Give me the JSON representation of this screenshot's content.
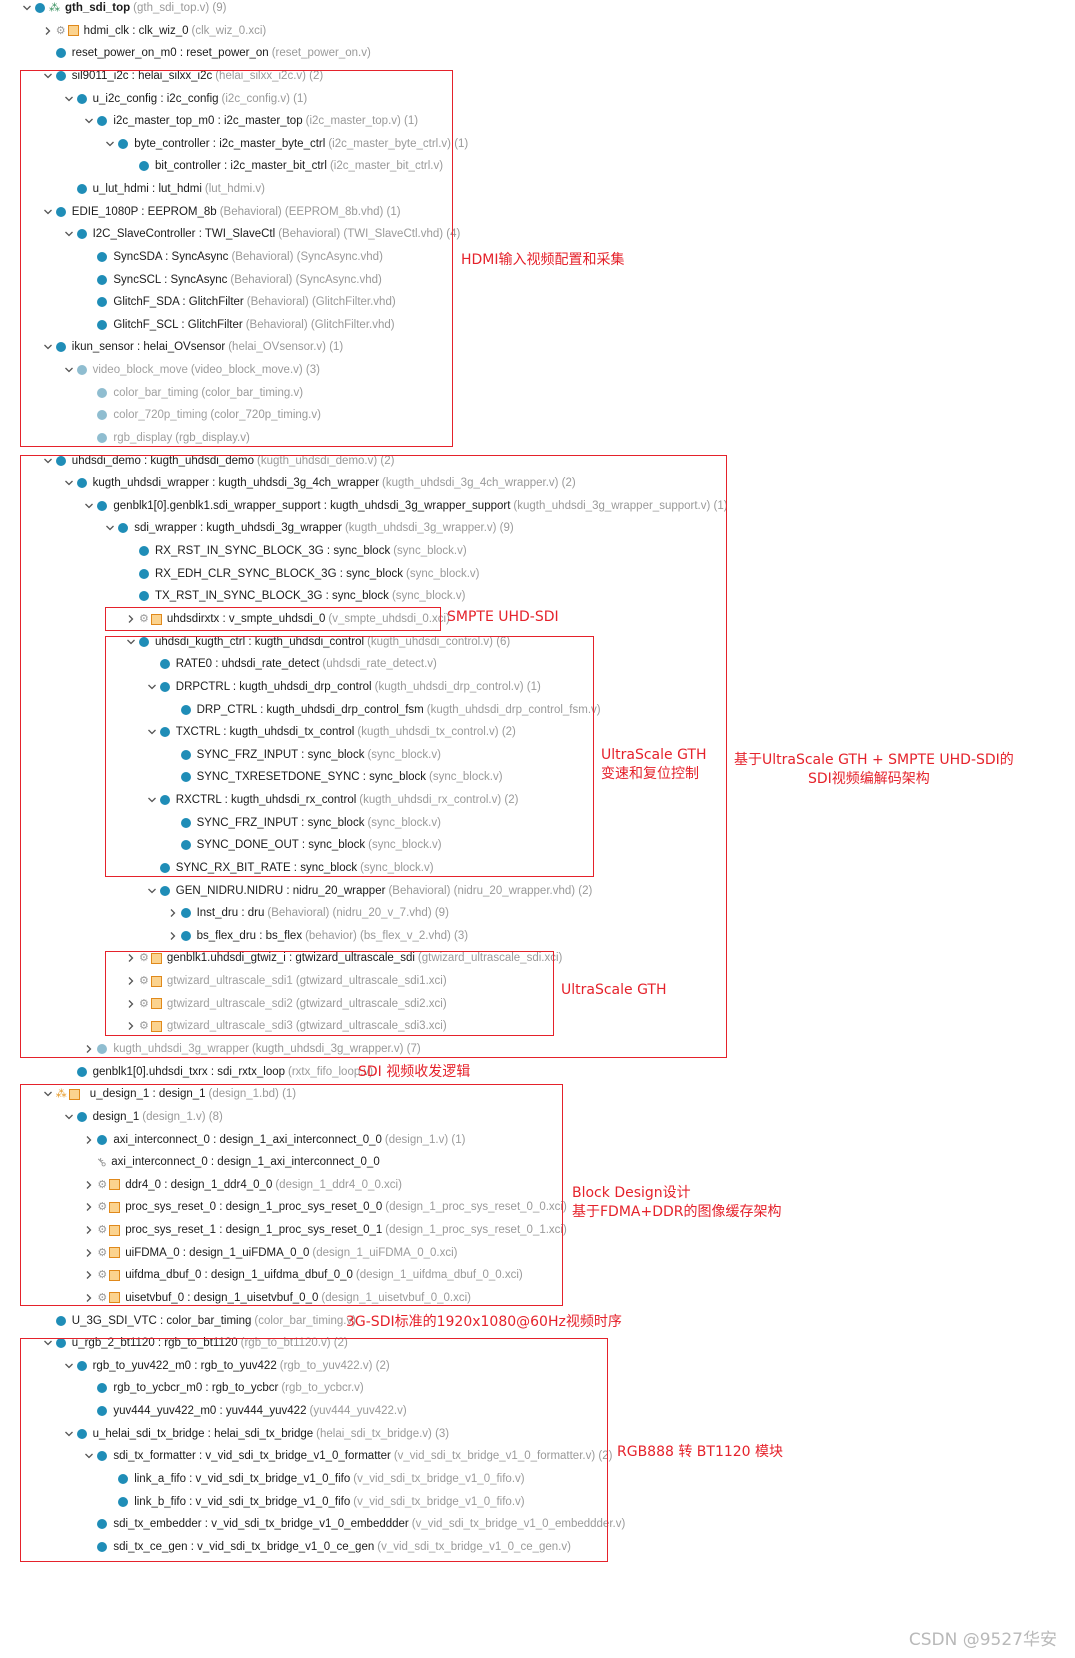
{
  "rows": [
    {
      "i": 0,
      "chev": "down",
      "icon": "hier",
      "label": "gth_sdi_top",
      "src": "(gth_sdi_top.v) (9)",
      "dim": false
    },
    {
      "i": 1,
      "chev": "right",
      "icon": "ip",
      "label": "hdmi_clk : clk_wiz_0",
      "src": "(clk_wiz_0.xci)",
      "dim": false
    },
    {
      "i": 1,
      "chev": "",
      "icon": "dot",
      "label": "reset_power_on_m0 : reset_power_on",
      "src": "(reset_power_on.v)",
      "dim": false
    },
    {
      "i": 1,
      "chev": "down",
      "icon": "dot",
      "label": "sil9011_i2c : helai_silxx_i2c",
      "src": "(helai_silxx_i2c.v) (2)",
      "dim": false
    },
    {
      "i": 2,
      "chev": "down",
      "icon": "dot",
      "label": "u_i2c_config : i2c_config",
      "src": "(i2c_config.v) (1)",
      "dim": false
    },
    {
      "i": 3,
      "chev": "down",
      "icon": "dot",
      "label": "i2c_master_top_m0 : i2c_master_top",
      "src": "(i2c_master_top.v) (1)",
      "dim": false
    },
    {
      "i": 4,
      "chev": "down",
      "icon": "dot",
      "label": "byte_controller : i2c_master_byte_ctrl",
      "src": "(i2c_master_byte_ctrl.v) (1)",
      "dim": false
    },
    {
      "i": 5,
      "chev": "",
      "icon": "dot",
      "label": "bit_controller : i2c_master_bit_ctrl",
      "src": "(i2c_master_bit_ctrl.v)",
      "dim": false
    },
    {
      "i": 2,
      "chev": "",
      "icon": "dot",
      "label": "u_lut_hdmi : lut_hdmi",
      "src": "(lut_hdmi.v)",
      "dim": false
    },
    {
      "i": 1,
      "chev": "down",
      "icon": "dot",
      "label": "EDIE_1080P : EEPROM_8b",
      "src": "(Behavioral) (EEPROM_8b.vhd) (1)",
      "dim": false
    },
    {
      "i": 2,
      "chev": "down",
      "icon": "dot",
      "label": "I2C_SlaveController : TWI_SlaveCtl",
      "src": "(Behavioral) (TWI_SlaveCtl.vhd) (4)",
      "dim": false
    },
    {
      "i": 3,
      "chev": "",
      "icon": "dot",
      "label": "SyncSDA : SyncAsync",
      "src": "(Behavioral) (SyncAsync.vhd)",
      "dim": false
    },
    {
      "i": 3,
      "chev": "",
      "icon": "dot",
      "label": "SyncSCL : SyncAsync",
      "src": "(Behavioral) (SyncAsync.vhd)",
      "dim": false
    },
    {
      "i": 3,
      "chev": "",
      "icon": "dot",
      "label": "GlitchF_SDA : GlitchFilter",
      "src": "(Behavioral) (GlitchFilter.vhd)",
      "dim": false
    },
    {
      "i": 3,
      "chev": "",
      "icon": "dot",
      "label": "GlitchF_SCL : GlitchFilter",
      "src": "(Behavioral) (GlitchFilter.vhd)",
      "dim": false
    },
    {
      "i": 1,
      "chev": "down",
      "icon": "dot",
      "label": "ikun_sensor : helai_OVsensor",
      "src": "(helai_OVsensor.v) (1)",
      "dim": false
    },
    {
      "i": 2,
      "chev": "down",
      "icon": "dot",
      "label": "video_block_move",
      "src": "(video_block_move.v) (3)",
      "dim": true
    },
    {
      "i": 3,
      "chev": "",
      "icon": "dot",
      "label": "color_bar_timing",
      "src": "(color_bar_timing.v)",
      "dim": true
    },
    {
      "i": 3,
      "chev": "",
      "icon": "dot",
      "label": "color_720p_timing",
      "src": "(color_720p_timing.v)",
      "dim": true
    },
    {
      "i": 3,
      "chev": "",
      "icon": "dot",
      "label": "rgb_display",
      "src": "(rgb_display.v)",
      "dim": true
    },
    {
      "i": 1,
      "chev": "down",
      "icon": "dot",
      "label": "uhdsdi_demo : kugth_uhdsdi_demo",
      "src": "(kugth_uhdsdi_demo.v) (2)",
      "dim": false
    },
    {
      "i": 2,
      "chev": "down",
      "icon": "dot",
      "label": "kugth_uhdsdi_wrapper : kugth_uhdsdi_3g_4ch_wrapper",
      "src": "(kugth_uhdsdi_3g_4ch_wrapper.v) (2)",
      "dim": false
    },
    {
      "i": 3,
      "chev": "down",
      "icon": "dot",
      "label": "genblk1[0].genblk1.sdi_wrapper_support : kugth_uhdsdi_3g_wrapper_support",
      "src": "(kugth_uhdsdi_3g_wrapper_support.v) (1)",
      "dim": false
    },
    {
      "i": 4,
      "chev": "down",
      "icon": "dot",
      "label": "sdi_wrapper : kugth_uhdsdi_3g_wrapper",
      "src": "(kugth_uhdsdi_3g_wrapper.v) (9)",
      "dim": false
    },
    {
      "i": 5,
      "chev": "",
      "icon": "dot",
      "label": "RX_RST_IN_SYNC_BLOCK_3G : sync_block",
      "src": "(sync_block.v)",
      "dim": false
    },
    {
      "i": 5,
      "chev": "",
      "icon": "dot",
      "label": "RX_EDH_CLR_SYNC_BLOCK_3G : sync_block",
      "src": "(sync_block.v)",
      "dim": false
    },
    {
      "i": 5,
      "chev": "",
      "icon": "dot",
      "label": "TX_RST_IN_SYNC_BLOCK_3G : sync_block",
      "src": "(sync_block.v)",
      "dim": false
    },
    {
      "i": 5,
      "chev": "right",
      "icon": "ip",
      "label": "uhdsdirxtx : v_smpte_uhdsdi_0",
      "src": "(v_smpte_uhdsdi_0.xci)",
      "dim": false
    },
    {
      "i": 5,
      "chev": "down",
      "icon": "dot",
      "label": "uhdsdi_kugth_ctrl : kugth_uhdsdi_control",
      "src": "(kugth_uhdsdi_control.v) (6)",
      "dim": false
    },
    {
      "i": 6,
      "chev": "",
      "icon": "dot",
      "label": "RATE0 : uhdsdi_rate_detect",
      "src": "(uhdsdi_rate_detect.v)",
      "dim": false
    },
    {
      "i": 6,
      "chev": "down",
      "icon": "dot",
      "label": "DRPCTRL : kugth_uhdsdi_drp_control",
      "src": "(kugth_uhdsdi_drp_control.v) (1)",
      "dim": false
    },
    {
      "i": 7,
      "chev": "",
      "icon": "dot",
      "label": "DRP_CTRL : kugth_uhdsdi_drp_control_fsm",
      "src": "(kugth_uhdsdi_drp_control_fsm.v)",
      "dim": false
    },
    {
      "i": 6,
      "chev": "down",
      "icon": "dot",
      "label": "TXCTRL : kugth_uhdsdi_tx_control",
      "src": "(kugth_uhdsdi_tx_control.v) (2)",
      "dim": false
    },
    {
      "i": 7,
      "chev": "",
      "icon": "dot",
      "label": "SYNC_FRZ_INPUT : sync_block",
      "src": "(sync_block.v)",
      "dim": false
    },
    {
      "i": 7,
      "chev": "",
      "icon": "dot",
      "label": "SYNC_TXRESETDONE_SYNC : sync_block",
      "src": "(sync_block.v)",
      "dim": false
    },
    {
      "i": 6,
      "chev": "down",
      "icon": "dot",
      "label": "RXCTRL : kugth_uhdsdi_rx_control",
      "src": "(kugth_uhdsdi_rx_control.v) (2)",
      "dim": false
    },
    {
      "i": 7,
      "chev": "",
      "icon": "dot",
      "label": "SYNC_FRZ_INPUT : sync_block",
      "src": "(sync_block.v)",
      "dim": false
    },
    {
      "i": 7,
      "chev": "",
      "icon": "dot",
      "label": "SYNC_DONE_OUT : sync_block",
      "src": "(sync_block.v)",
      "dim": false
    },
    {
      "i": 6,
      "chev": "",
      "icon": "dot",
      "label": "SYNC_RX_BIT_RATE : sync_block",
      "src": "(sync_block.v)",
      "dim": false
    },
    {
      "i": 6,
      "chev": "down",
      "icon": "dot",
      "label": "GEN_NIDRU.NIDRU : nidru_20_wrapper",
      "src": "(Behavioral) (nidru_20_wrapper.vhd) (2)",
      "dim": false
    },
    {
      "i": 7,
      "chev": "right",
      "icon": "dot",
      "label": "Inst_dru : dru",
      "src": "(Behavioral) (nidru_20_v_7.vhd) (9)",
      "dim": false
    },
    {
      "i": 7,
      "chev": "right",
      "icon": "dot",
      "label": "bs_flex_dru : bs_flex",
      "src": "(behavior) (bs_flex_v_2.vhd) (3)",
      "dim": false
    },
    {
      "i": 5,
      "chev": "right",
      "icon": "ip",
      "label": "genblk1.uhdsdi_gtwiz_i : gtwizard_ultrascale_sdi",
      "src": "(gtwizard_ultrascale_sdi.xci)",
      "dim": false
    },
    {
      "i": 5,
      "chev": "right",
      "icon": "ip",
      "label": "gtwizard_ultrascale_sdi1",
      "src": "(gtwizard_ultrascale_sdi1.xci)",
      "dim": true
    },
    {
      "i": 5,
      "chev": "right",
      "icon": "ip",
      "label": "gtwizard_ultrascale_sdi2",
      "src": "(gtwizard_ultrascale_sdi2.xci)",
      "dim": true
    },
    {
      "i": 5,
      "chev": "right",
      "icon": "ip",
      "label": "gtwizard_ultrascale_sdi3",
      "src": "(gtwizard_ultrascale_sdi3.xci)",
      "dim": true
    },
    {
      "i": 3,
      "chev": "right",
      "icon": "dot",
      "label": "kugth_uhdsdi_3g_wrapper",
      "src": "(kugth_uhdsdi_3g_wrapper.v) (7)",
      "dim": true
    },
    {
      "i": 2,
      "chev": "",
      "icon": "dot",
      "label": "genblk1[0].uhdsdi_txrx : sdi_rxtx_loop",
      "src": "(rxtx_fifo_loop.v)",
      "dim": false
    },
    {
      "i": 1,
      "chev": "down",
      "icon": "bd",
      "label": "u_design_1 : design_1",
      "src": "(design_1.bd) (1)",
      "dim": false
    },
    {
      "i": 2,
      "chev": "down",
      "icon": "dot",
      "label": "design_1",
      "src": "(design_1.v) (8)",
      "dim": false
    },
    {
      "i": 3,
      "chev": "right",
      "icon": "dot",
      "label": "axi_interconnect_0 : design_1_axi_interconnect_0_0",
      "src": "(design_1.v) (1)",
      "dim": false
    },
    {
      "i": 3,
      "chev": "",
      "icon": "key",
      "label": "axi_interconnect_0 : design_1_axi_interconnect_0_0",
      "src": "",
      "dim": false
    },
    {
      "i": 3,
      "chev": "right",
      "icon": "ip",
      "label": "ddr4_0 : design_1_ddr4_0_0",
      "src": "(design_1_ddr4_0_0.xci)",
      "dim": false
    },
    {
      "i": 3,
      "chev": "right",
      "icon": "ip",
      "label": "proc_sys_reset_0 : design_1_proc_sys_reset_0_0",
      "src": "(design_1_proc_sys_reset_0_0.xci)",
      "dim": false
    },
    {
      "i": 3,
      "chev": "right",
      "icon": "ip",
      "label": "proc_sys_reset_1 : design_1_proc_sys_reset_0_1",
      "src": "(design_1_proc_sys_reset_0_1.xci)",
      "dim": false
    },
    {
      "i": 3,
      "chev": "right",
      "icon": "ip",
      "label": "uiFDMA_0 : design_1_uiFDMA_0_0",
      "src": "(design_1_uiFDMA_0_0.xci)",
      "dim": false
    },
    {
      "i": 3,
      "chev": "right",
      "icon": "ip",
      "label": "uifdma_dbuf_0 : design_1_uifdma_dbuf_0_0",
      "src": "(design_1_uifdma_dbuf_0_0.xci)",
      "dim": false
    },
    {
      "i": 3,
      "chev": "right",
      "icon": "ip",
      "label": "uisetvbuf_0 : design_1_uisetvbuf_0_0",
      "src": "(design_1_uisetvbuf_0_0.xci)",
      "dim": false
    },
    {
      "i": 1,
      "chev": "",
      "icon": "dot",
      "label": "U_3G_SDI_VTC : color_bar_timing",
      "src": "(color_bar_timing.v)",
      "dim": false
    },
    {
      "i": 1,
      "chev": "down",
      "icon": "dot",
      "label": "u_rgb_2_bt1120 : rgb_to_bt1120",
      "src": "(rgb_to_bt1120.v) (2)",
      "dim": false
    },
    {
      "i": 2,
      "chev": "down",
      "icon": "dot",
      "label": "rgb_to_yuv422_m0 : rgb_to_yuv422",
      "src": "(rgb_to_yuv422.v) (2)",
      "dim": false
    },
    {
      "i": 3,
      "chev": "",
      "icon": "dot",
      "label": "rgb_to_ycbcr_m0 : rgb_to_ycbcr",
      "src": "(rgb_to_ycbcr.v)",
      "dim": false
    },
    {
      "i": 3,
      "chev": "",
      "icon": "dot",
      "label": "yuv444_yuv422_m0 : yuv444_yuv422",
      "src": "(yuv444_yuv422.v)",
      "dim": false
    },
    {
      "i": 2,
      "chev": "down",
      "icon": "dot",
      "label": "u_helai_sdi_tx_bridge : helai_sdi_tx_bridge",
      "src": "(helai_sdi_tx_bridge.v) (3)",
      "dim": false
    },
    {
      "i": 3,
      "chev": "down",
      "icon": "dot",
      "label": "sdi_tx_formatter : v_vid_sdi_tx_bridge_v1_0_formatter",
      "src": "(v_vid_sdi_tx_bridge_v1_0_formatter.v) (2)",
      "dim": false
    },
    {
      "i": 4,
      "chev": "",
      "icon": "dot",
      "label": "link_a_fifo : v_vid_sdi_tx_bridge_v1_0_fifo",
      "src": "(v_vid_sdi_tx_bridge_v1_0_fifo.v)",
      "dim": false
    },
    {
      "i": 4,
      "chev": "",
      "icon": "dot",
      "label": "link_b_fifo : v_vid_sdi_tx_bridge_v1_0_fifo",
      "src": "(v_vid_sdi_tx_bridge_v1_0_fifo.v)",
      "dim": false
    },
    {
      "i": 3,
      "chev": "",
      "icon": "dot",
      "label": "sdi_tx_embedder : v_vid_sdi_tx_bridge_v1_0_embeddder",
      "src": "(v_vid_sdi_tx_bridge_v1_0_embeddder.v)",
      "dim": false
    },
    {
      "i": 3,
      "chev": "",
      "icon": "dot",
      "label": "sdi_tx_ce_gen : v_vid_sdi_tx_bridge_v1_0_ce_gen",
      "src": "(v_vid_sdi_tx_bridge_v1_0_ce_gen.v)",
      "dim": false
    }
  ],
  "annotations": {
    "hdmi": "HDMI输入视频配置和采集",
    "smpte": "SMPTE UHD-SDI",
    "gth_ctrl_1": "UltraScale GTH",
    "gth_ctrl_2": "变速和复位控制",
    "arch_1": "基于UltraScale GTH + SMPTE UHD-SDI的",
    "arch_2": "SDI视频编解码架构",
    "gth": "UltraScale GTH",
    "sdi_loop": "SDI 视频收发逻辑",
    "bd_1": "Block Design设计",
    "bd_2": "基于FDMA+DDR的图像缓存架构",
    "vtc": "3G-SDI标准的1920x1080@60Hz视频时序",
    "rgb": "RGB888 转 BT1120 模块"
  },
  "watermark": "CSDN @9527华安",
  "colors": {
    "accent_dot": "#1f8db7",
    "annotation": "#e5222b"
  }
}
